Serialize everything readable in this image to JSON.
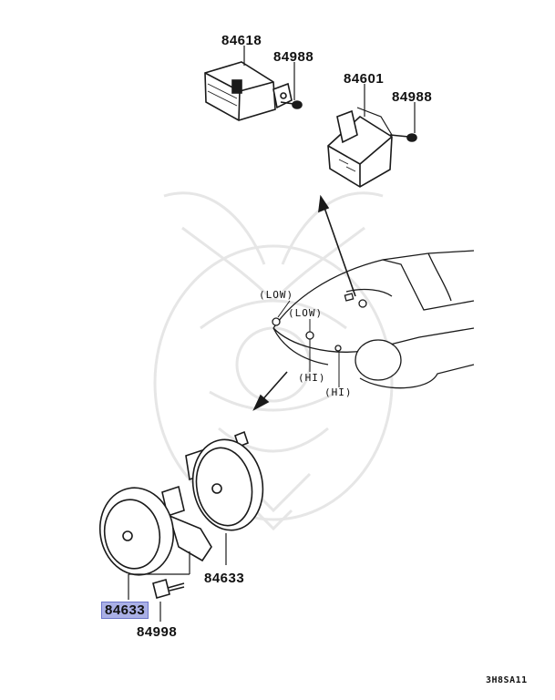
{
  "labels": {
    "relay_left": "84618",
    "screw_top": "84988",
    "relay_right": "84601",
    "screw_right": "84988",
    "low_a": "(LOW)",
    "low_b": "(LOW)",
    "hi_a": "(HI)",
    "hi_b": "(HI)",
    "horn_right": "84633",
    "horn_left": "84633",
    "bolt": "84998",
    "diagram_code": "3H8SA11"
  },
  "colors": {
    "line": "#1a1a1a",
    "highlight": "#aab0e6",
    "watermark": "#e3e3e3"
  },
  "highlighted_part": "84633"
}
